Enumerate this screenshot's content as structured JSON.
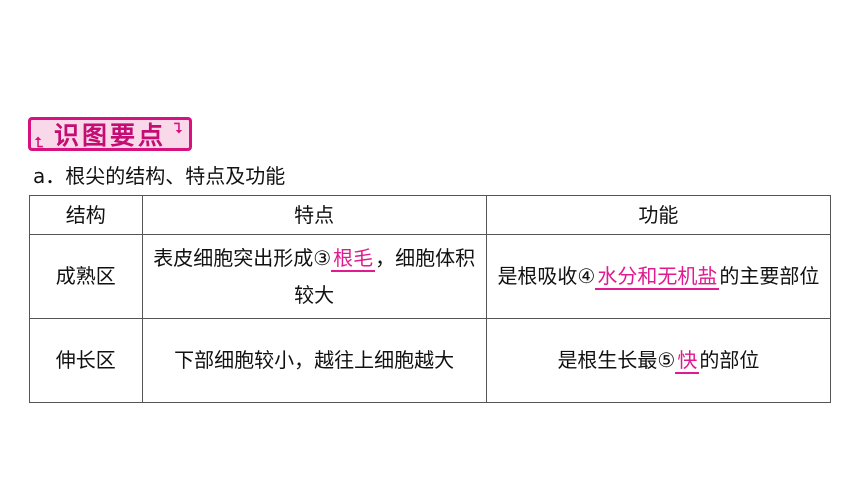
{
  "section_badge": {
    "label": "识图要点"
  },
  "subtitle": "a．根尖的结构、特点及功能",
  "table": {
    "headers": [
      "结构",
      "特点",
      "功能"
    ],
    "rows": [
      {
        "structure": "成熟区",
        "feature_pre": "表皮细胞突出形成③",
        "feature_answer": "根毛",
        "feature_post": "，细胞体积较大",
        "function_pre": "是根吸收④",
        "function_answer": "水分和无机盐",
        "function_post": "的主要部位"
      },
      {
        "structure": "伸长区",
        "feature_text": "下部细胞较小，越往上细胞越大",
        "function_pre": "是根生长最⑤",
        "function_answer": "快",
        "function_post": "的部位"
      }
    ]
  },
  "colors": {
    "accent": "#e01a8f",
    "badge_border": "#d7127f",
    "badge_fill": "#f9d8ea"
  }
}
